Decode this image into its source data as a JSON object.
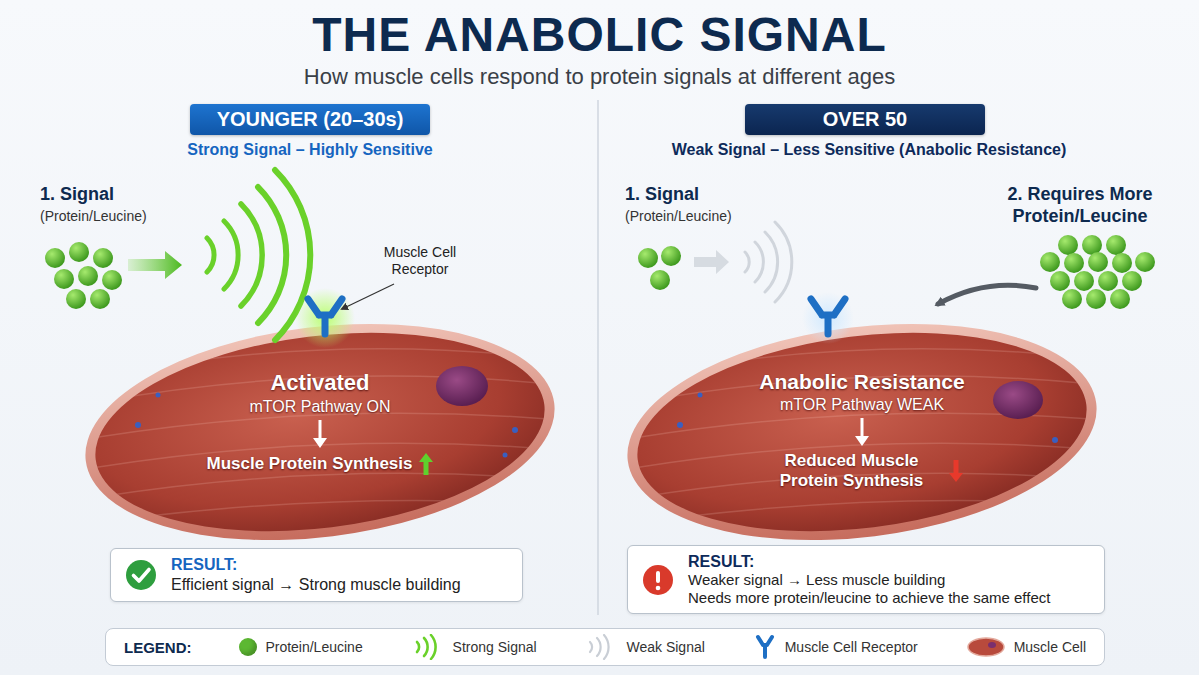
{
  "diagram": {
    "title": "THE ANABOLIC SIGNAL",
    "nodes": [
      {
        "text": [
          "YOUNGER (20–30s)"
        ]
      },
      {
        "text": [
          "Activated",
          "mTOR Pathway ON",
          "Muscle Protein Synthesis"
        ]
      },
      {
        "text": [
          "RESULT:",
          "Efficient signal → Strong muscle building"
        ]
      },
      {
        "text": [
          "OVER 50"
        ]
      },
      {
        "text": [
          "Anabolic Resistance",
          "mTOR Pathway WEAK",
          "Reduced Muscle Protein Synthesis"
        ]
      },
      {
        "text": [
          "RESULT:",
          "Weaker signal → Less muscle building",
          "Needs more protein/leucine to achieve the same effect"
        ]
      }
    ],
    "labels": [
      "How muscle cells respond to protein signals at different ages",
      "Strong Signal – Highly Sensitive",
      "1. Signal",
      "(Protein/Leucine)",
      "Muscle Cell Receptor",
      "Weak Signal – Less Sensitive (Anabolic Resistance)",
      "1. Signal",
      "(Protein/Leucine)",
      "2. Requires More Protein/Leucine",
      "LEGEND:"
    ],
    "legend": [
      {
        "text": "Protein/Leucine",
        "color": "#5cb832"
      },
      {
        "text": "Strong Signal"
      },
      {
        "text": "Weak Signal"
      },
      {
        "text": "Muscle Cell Receptor"
      },
      {
        "text": "Muscle Cell"
      }
    ]
  }
}
